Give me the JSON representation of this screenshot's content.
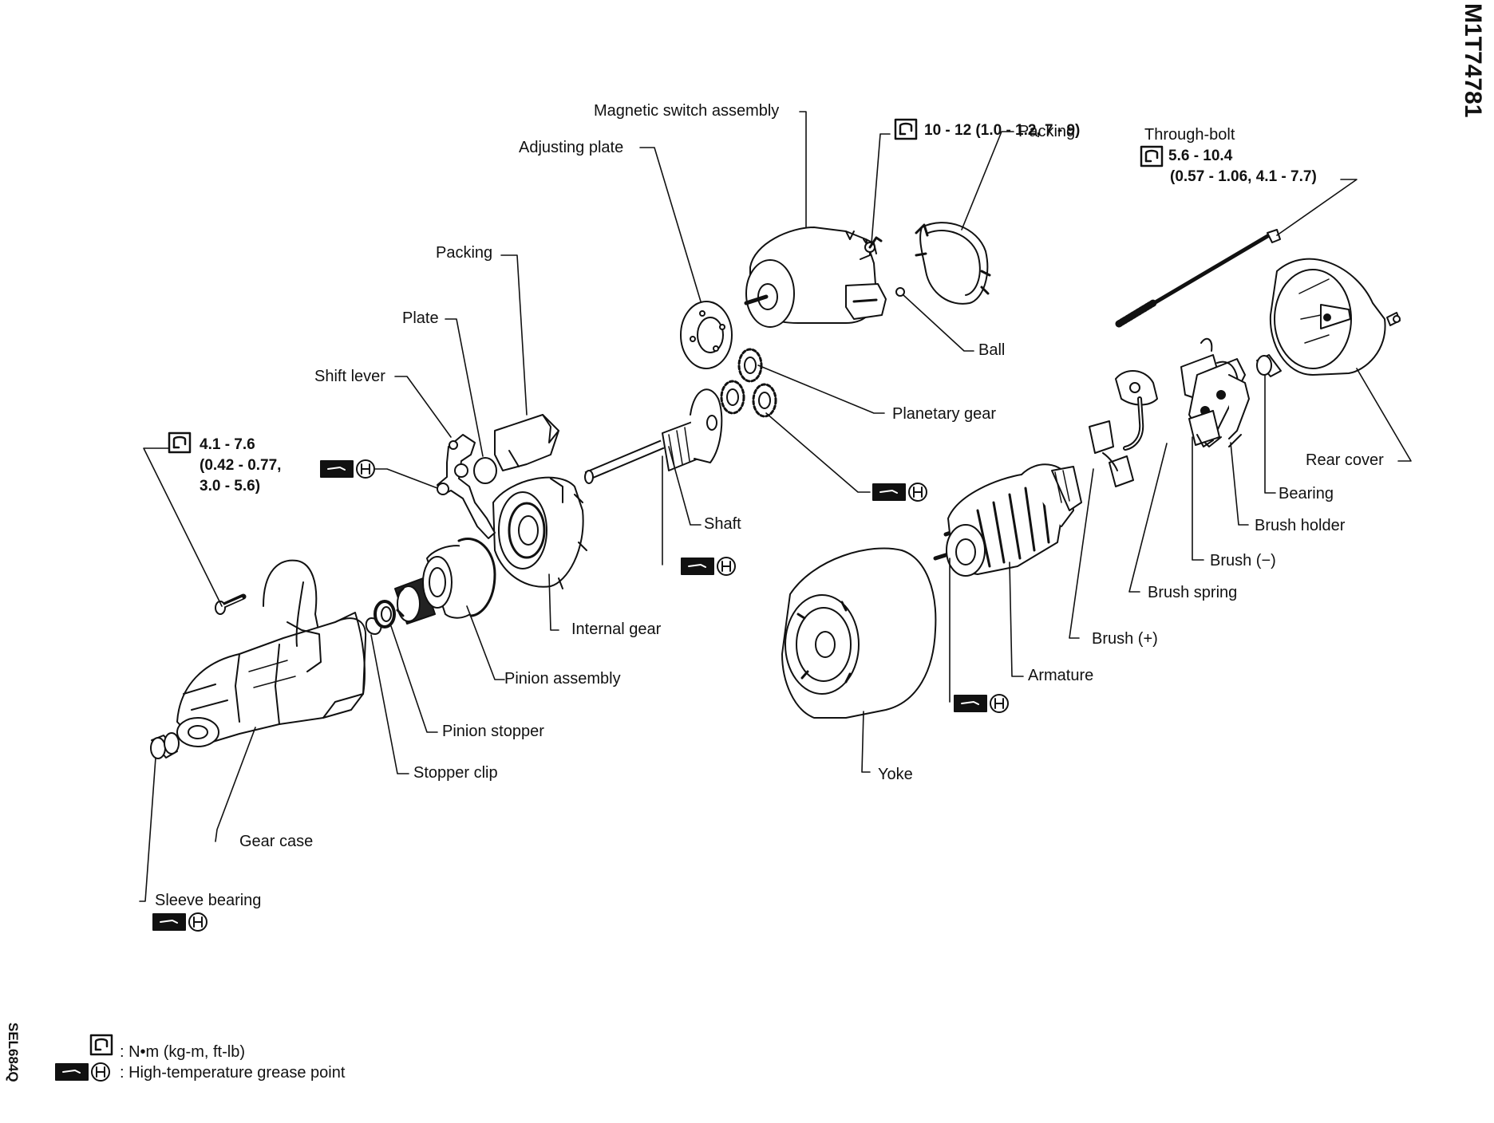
{
  "codes": {
    "top_right": "M1T74781",
    "bottom_left": "SEL684Q"
  },
  "labels": {
    "magnetic_switch": "Magnetic switch assembly",
    "adjusting_plate": "Adjusting plate",
    "packing_top": "Packing",
    "through_bolt": "Through-bolt",
    "packing_left": "Packing",
    "plate": "Plate",
    "shift_lever": "Shift lever",
    "ball": "Ball",
    "planetary_gear": "Planetary gear",
    "rear_cover": "Rear cover",
    "bearing": "Bearing",
    "brush_holder": "Brush holder",
    "shaft": "Shaft",
    "brush_minus": "Brush (−)",
    "brush_spring": "Brush spring",
    "internal_gear": "Internal gear",
    "brush_plus": "Brush (+)",
    "pinion_assembly": "Pinion assembly",
    "armature": "Armature",
    "pinion_stopper": "Pinion stopper",
    "stopper_clip": "Stopper clip",
    "yoke": "Yoke",
    "gear_case": "Gear case",
    "sleeve_bearing": "Sleeve bearing"
  },
  "torques": {
    "magnetic_switch": "10 - 12 (1.0 - 1.2, 7 - 9)",
    "through_bolt_1": "5.6 - 10.4",
    "through_bolt_2": "(0.57 - 1.06, 4.1 - 7.7)",
    "gear_case_1": "4.1 - 7.6",
    "gear_case_2": "(0.42 - 0.77,",
    "gear_case_3": "3.0 - 5.6)"
  },
  "legend": {
    "torque_unit": ": N•m (kg-m, ft-lb)",
    "grease": ": High-temperature grease point"
  }
}
